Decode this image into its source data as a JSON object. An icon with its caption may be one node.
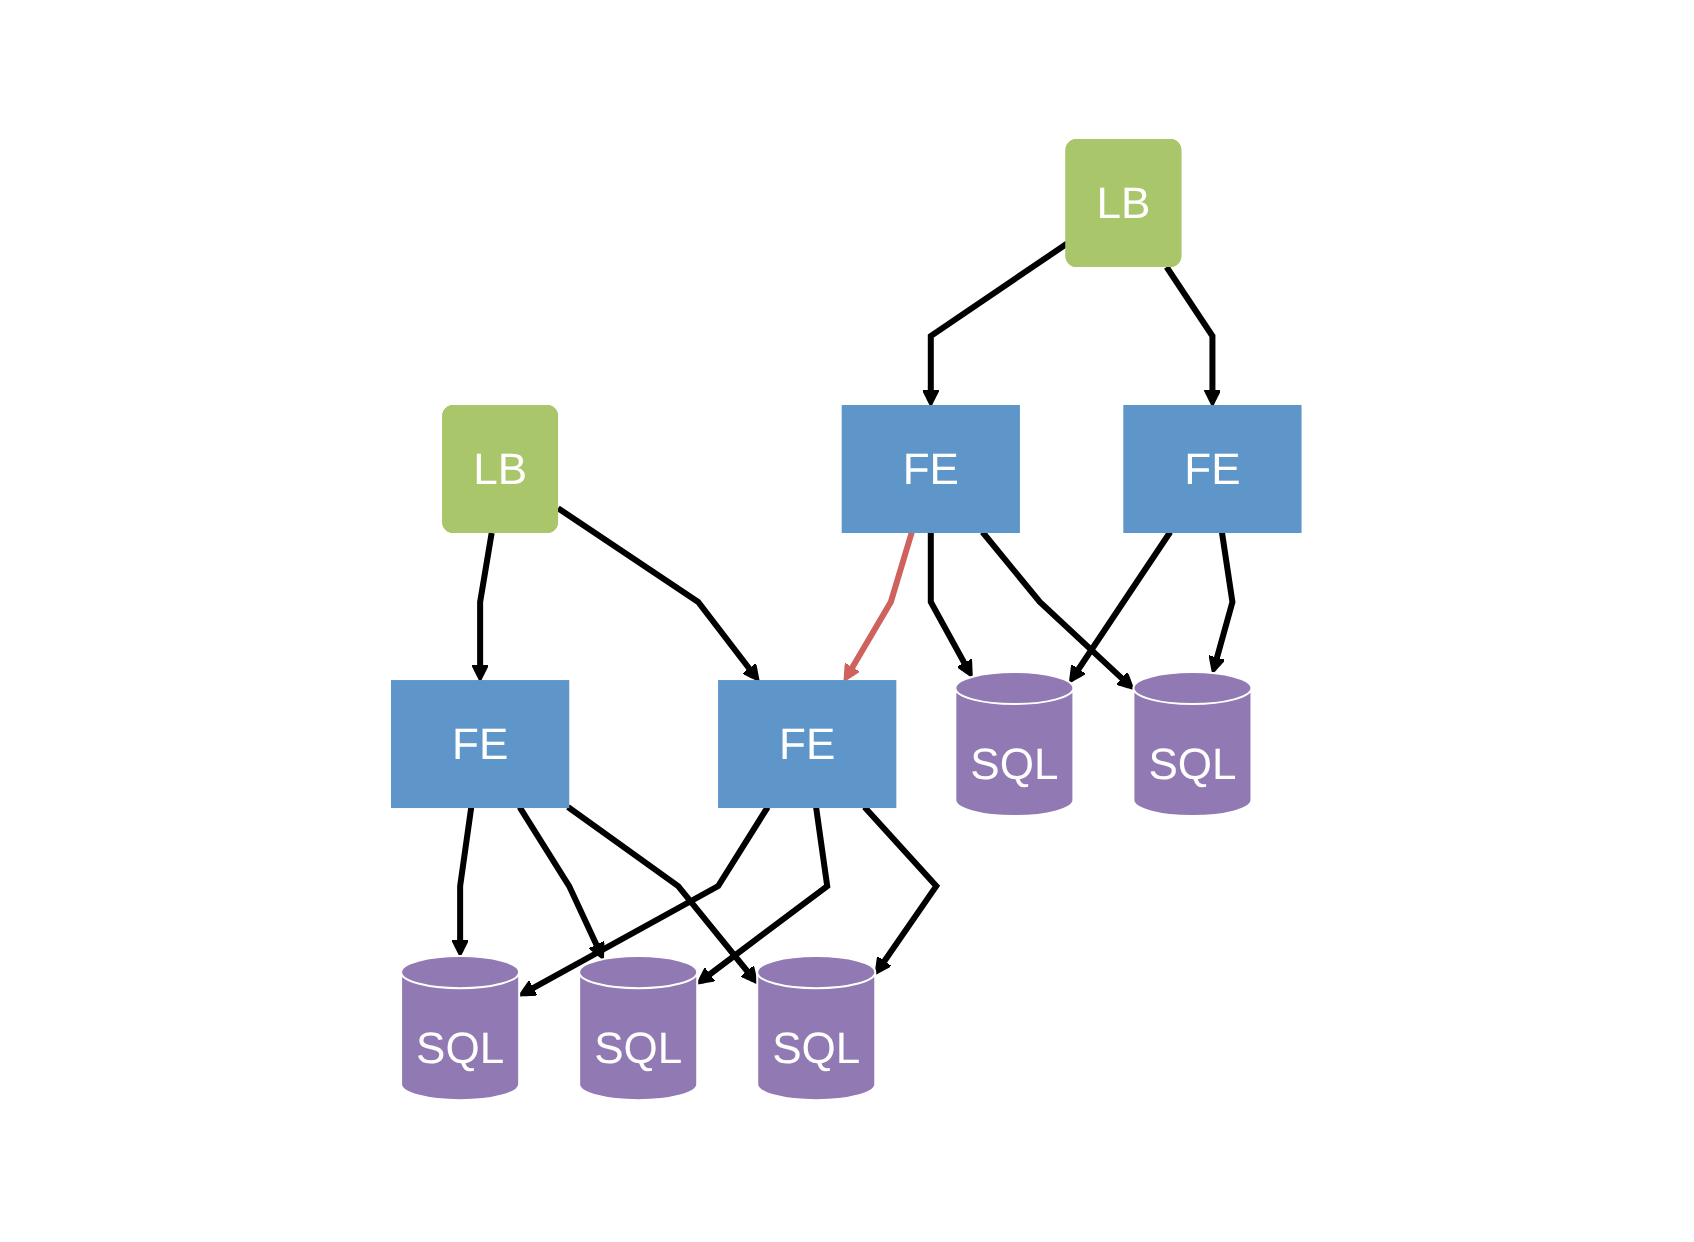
{
  "diagram": {
    "nodes": [
      {
        "text": [
          "LB"
        ]
      },
      {
        "text": [
          "LB"
        ]
      },
      {
        "text": [
          "FE"
        ]
      },
      {
        "text": [
          "FE"
        ]
      },
      {
        "text": [
          "FE"
        ]
      },
      {
        "text": [
          "FE"
        ]
      },
      {
        "text": [
          "SQL"
        ]
      },
      {
        "text": [
          "SQL"
        ]
      },
      {
        "text": [
          "SQL"
        ]
      },
      {
        "text": [
          "SQL"
        ]
      },
      {
        "text": [
          "SQL"
        ]
      }
    ],
    "edges": [
      {
        "from": 0,
        "to": 2,
        "arrow": "to"
      },
      {
        "from": 0,
        "to": 3,
        "arrow": "to"
      },
      {
        "from": 1,
        "to": 4,
        "arrow": "to"
      },
      {
        "from": 1,
        "to": 5,
        "arrow": "to"
      },
      {
        "from": 2,
        "to": 6,
        "arrow": "to"
      },
      {
        "from": 2,
        "to": 7,
        "arrow": "to"
      },
      {
        "from": 3,
        "to": 6,
        "arrow": "to"
      },
      {
        "from": 3,
        "to": 7,
        "arrow": "to"
      },
      {
        "from": 3,
        "to": 4,
        "arrow": "to",
        "color": "#d0625e"
      },
      {
        "from": 4,
        "to": 8,
        "arrow": "to"
      },
      {
        "from": 4,
        "to": 9,
        "arrow": "to"
      },
      {
        "from": 4,
        "to": 10,
        "arrow": "to"
      },
      {
        "from": 5,
        "to": 8,
        "arrow": "to"
      },
      {
        "from": 5,
        "to": 9,
        "arrow": "to"
      },
      {
        "from": 5,
        "to": 10,
        "arrow": "to"
      }
    ]
  }
}
